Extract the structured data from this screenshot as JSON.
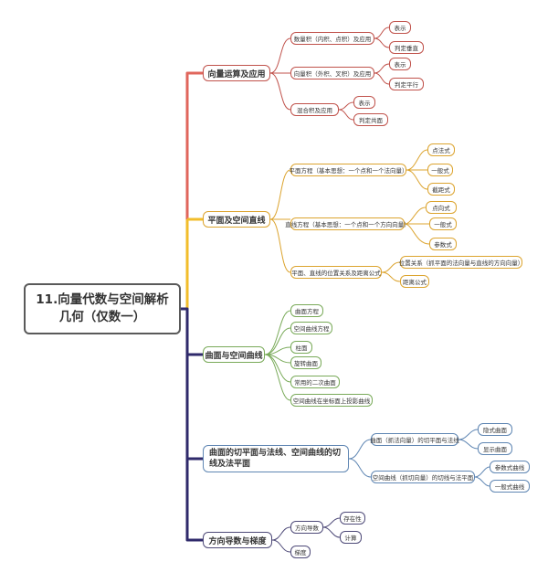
{
  "root": {
    "label": "11.向量代数与空间解析几何（仅数一）"
  },
  "branches": [
    {
      "label": "向量运算及应用",
      "subs": [
        {
          "label": "数量积（内积、点积）及应用",
          "leaves": [
            "表示",
            "判定垂直"
          ]
        },
        {
          "label": "向量积（外积、叉积）及应用",
          "leaves": [
            "表示",
            "判定平行"
          ]
        },
        {
          "label": "混合积及应用",
          "leaves": [
            "表示",
            "判定共面"
          ]
        }
      ]
    },
    {
      "label": "平面及空间直线",
      "subs": [
        {
          "label": "平面方程（基本思想：一个点和一个法向量）",
          "leaves": [
            "点法式",
            "一般式",
            "截距式"
          ]
        },
        {
          "label": "直线方程（基本思想：一个点和一个方向向量）",
          "leaves": [
            "点向式",
            "一般式",
            "参数式"
          ]
        },
        {
          "label": "平面、直线的位置关系及距离公式",
          "leaves": [
            "位置关系（抓平面的法向量与直线的方向向量）",
            "距离公式"
          ]
        }
      ]
    },
    {
      "label": "曲面与空间曲线",
      "subs": [
        {
          "label": "曲面方程",
          "leaves": []
        },
        {
          "label": "空间曲线方程",
          "leaves": []
        },
        {
          "label": "柱面",
          "leaves": []
        },
        {
          "label": "旋转曲面",
          "leaves": []
        },
        {
          "label": "常用的二次曲面",
          "leaves": []
        },
        {
          "label": "空间曲线在坐标面上投影曲线",
          "leaves": []
        }
      ]
    },
    {
      "label": "曲面的切平面与法线、空间曲线的切线及法平面",
      "subs": [
        {
          "label": "曲面（抓法向量）的切平面与法线",
          "leaves": [
            "隐式曲面",
            "显示曲面"
          ]
        },
        {
          "label": "空间曲线（抓切向量）的切线与法平面",
          "leaves": [
            "参数式曲线",
            "一般式曲线"
          ]
        }
      ]
    },
    {
      "label": "方向导数与梯度",
      "subs": [
        {
          "label": "方向导数",
          "leaves": [
            "存在性",
            "计算"
          ]
        },
        {
          "label": "梯度",
          "leaves": []
        }
      ]
    }
  ],
  "colors": {
    "branch_0": "#e0665c",
    "branch_1": "#f2bd2b",
    "branch_2": "#79aa59",
    "branch_3": "#5f86b3",
    "branch_4": "#2f2a6b",
    "root_border": "#5a5a5a"
  }
}
